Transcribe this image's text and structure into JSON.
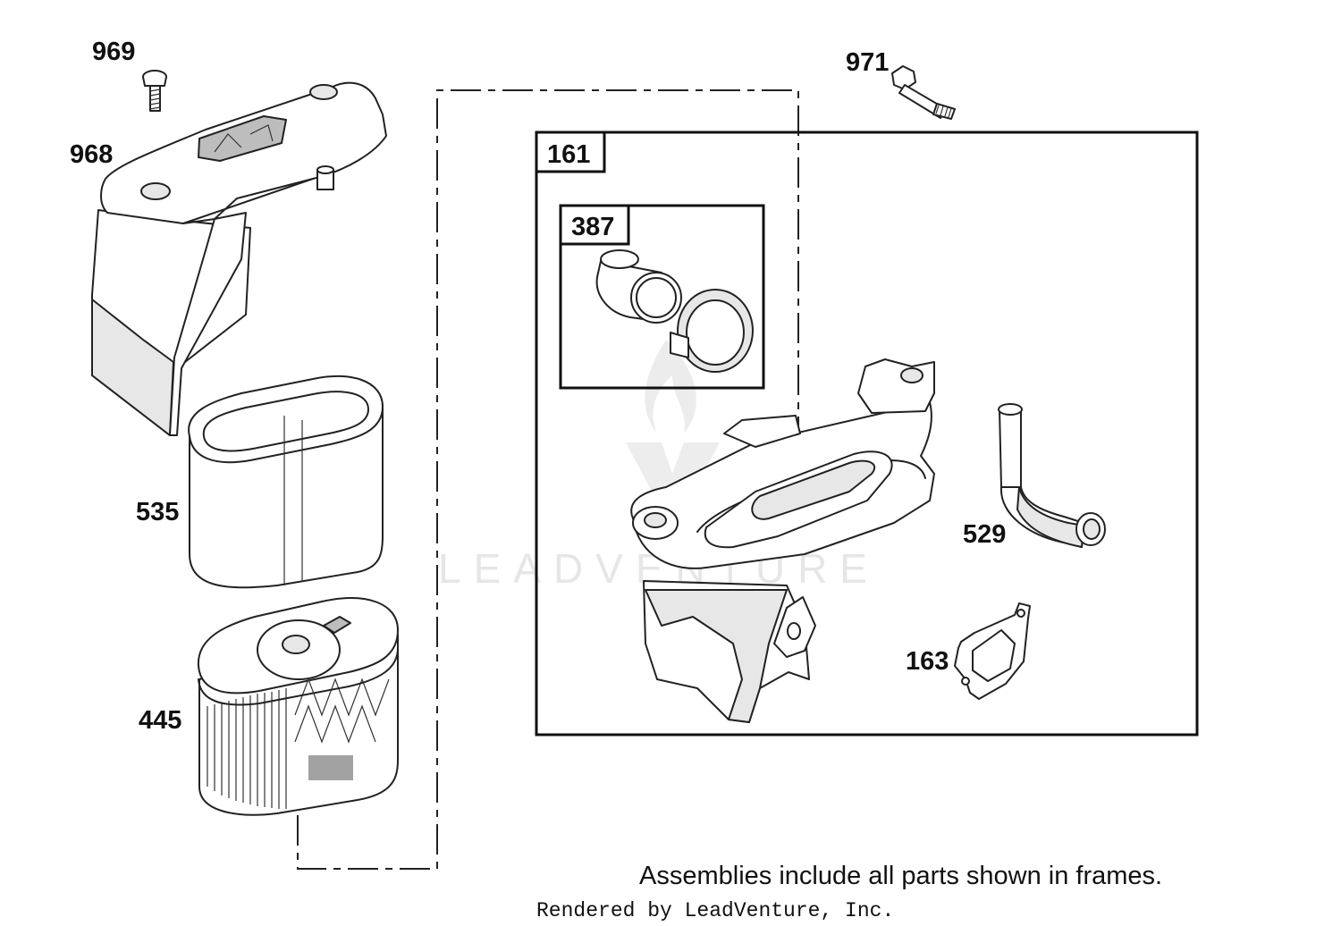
{
  "diagram": {
    "parts": [
      {
        "id": "969",
        "label": "969"
      },
      {
        "id": "968",
        "label": "968"
      },
      {
        "id": "535",
        "label": "535"
      },
      {
        "id": "445",
        "label": "445"
      },
      {
        "id": "971",
        "label": "971"
      },
      {
        "id": "529",
        "label": "529"
      },
      {
        "id": "163",
        "label": "163"
      }
    ],
    "frames": [
      {
        "id": "161",
        "label": "161"
      },
      {
        "id": "387",
        "label": "387"
      }
    ],
    "note": "Assemblies include all parts shown in frames.",
    "credit": "Rendered by LeadVenture, Inc.",
    "watermark": "LEADVENTURE"
  }
}
